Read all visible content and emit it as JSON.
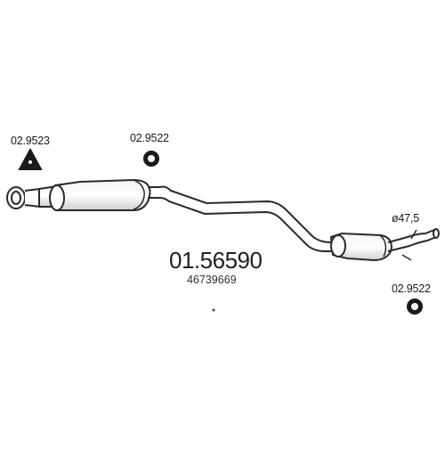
{
  "diagram": {
    "part_number": "01.56590",
    "oe_number": "46739669",
    "diameter": "ø47,5",
    "parts": [
      {
        "code": "02.9523",
        "kind": "rubber-hanger-triangle"
      },
      {
        "code": "02.9522",
        "kind": "rubber-hanger-ring"
      },
      {
        "code": "02.9522",
        "kind": "rubber-hanger-ring"
      }
    ],
    "colors": {
      "line": "#2a2a2a",
      "fill": "#ffffff",
      "shade": "#dcdcdc"
    }
  }
}
